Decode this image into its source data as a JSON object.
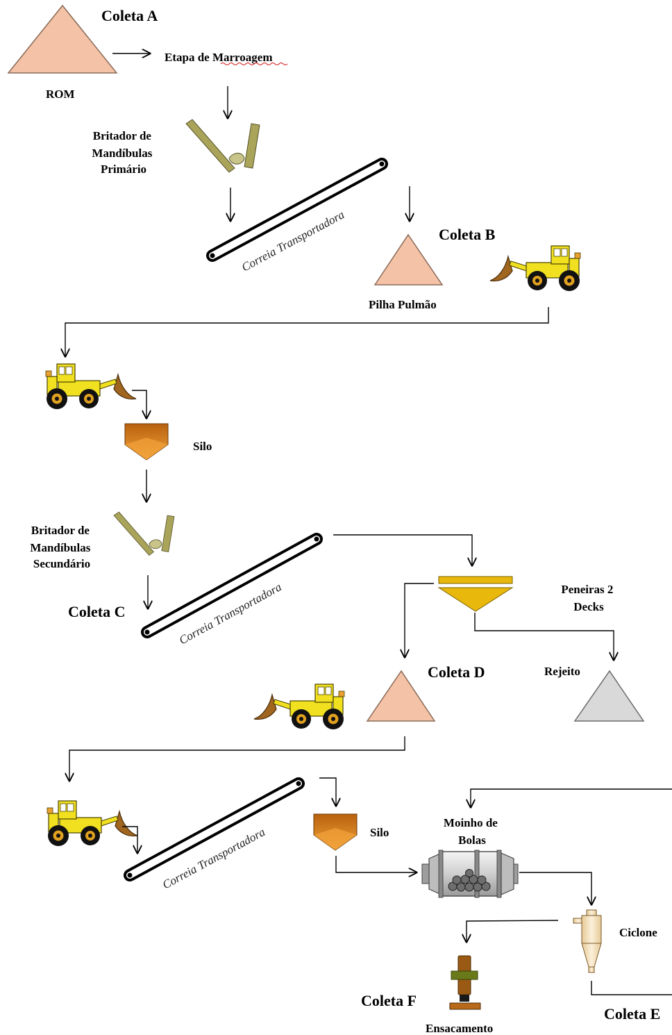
{
  "labels": {
    "coleta_a": "Coleta A",
    "coleta_b": "Coleta B",
    "coleta_c": "Coleta C",
    "coleta_d": "Coleta D",
    "coleta_e": "Coleta E",
    "coleta_f": "Coleta F",
    "rom": "ROM",
    "marroagem": "Etapa de Marroagem",
    "britador_primario": [
      "Britador de",
      "Mandíbulas",
      "Primário"
    ],
    "britador_secundario": [
      "Britador de",
      "Mandíbulas",
      "Secundário"
    ],
    "correia": "Correia Transportadora",
    "pilha_pulmao": "Pilha Pulmão",
    "silo": "Silo",
    "peneiras": [
      "Peneiras 2",
      "Decks"
    ],
    "rejeito": "Rejeito",
    "moinho": [
      "Moinho de",
      "Bolas"
    ],
    "ciclone": "Ciclone",
    "ensacamento": "Ensacamento"
  },
  "colors": {
    "pile": "#f4c2a6",
    "pile_stroke": "#8a6a58",
    "reject_pile": "#d9d9d9",
    "silo_top": "#b8610e",
    "silo_bottom": "#f2a33a",
    "screen": "#e8b80c",
    "crusher": "#a9a45a",
    "loader": "#f0e020",
    "bagging": "#9a5a14",
    "cyclone": "#f3dfc0"
  },
  "icons": [
    "crusher-icon",
    "conveyor-icon",
    "pile-icon",
    "loader-icon",
    "silo-icon",
    "screen-icon",
    "ball-mill-icon",
    "cyclone-icon",
    "bagging-icon"
  ]
}
